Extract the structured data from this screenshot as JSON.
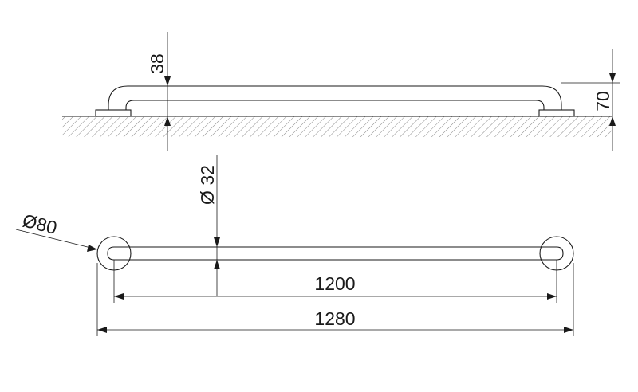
{
  "title": "",
  "views": {
    "side": {
      "dim_38": "38",
      "dim_70": "70"
    },
    "top": {
      "dim_diameter_32": "Ø 32",
      "dim_diameter_80": "Ø80",
      "dim_1200": "1200",
      "dim_1280": "1280"
    }
  }
}
